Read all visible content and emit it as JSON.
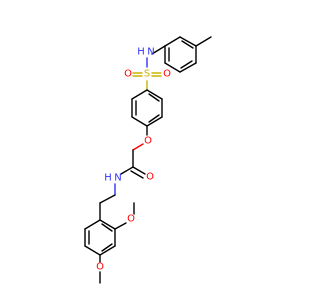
{
  "molecule": {
    "labels": {
      "amine_n": "N",
      "amine_h": "H",
      "sulfur": "S",
      "sulfonyl_o_left": "O",
      "sulfonyl_o_right": "O",
      "ether_o": "O",
      "amide_n": "N",
      "amide_h": "H",
      "carbonyl_o": "O",
      "methoxy_o_upper": "O",
      "methoxy_o_lower": "O"
    },
    "colors": {
      "carbon_bond": "#000000",
      "oxygen": "#ff0000",
      "nitrogen": "#3030ff",
      "sulfur": "#c8b400",
      "background": "#ffffff"
    }
  }
}
